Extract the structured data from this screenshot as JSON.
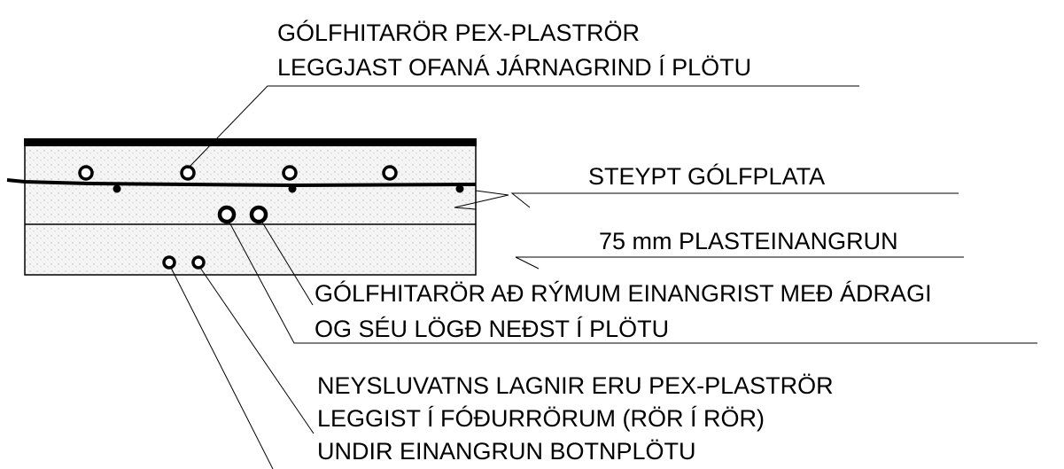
{
  "labels": {
    "pex_floor_heating": {
      "line1": "GÓLFHITARÖR PEX-PLASTRÖR",
      "line2": "LEGGJAST OFANÁ JÁRNAGRIND Í PLÖTU"
    },
    "concrete_slab": "STEYPT GÓLFPLATA",
    "insulation": "75 mm PLASTEINANGRUN",
    "insulated_pipes": {
      "line1": "GÓLFHITARÖR  AÐ RÝMUM EINANGRIST MEÐ ÁDRAGI",
      "line2": "OG SÉU LÖGÐ NEÐST Í PLÖTU"
    },
    "water_pipes": {
      "line1": "NEYSLUVATNS LAGNIR ERU PEX-PLASTRÖR",
      "line2": "LEGGIST Í FÓÐURRÖRUM (RÖR Í RÖR)",
      "line3": "UNDIR EINANGRUN BOTNPLÖTU"
    }
  },
  "colors": {
    "ink": "#000000",
    "fill": "#e6e6e6",
    "background": "#ffffff"
  }
}
